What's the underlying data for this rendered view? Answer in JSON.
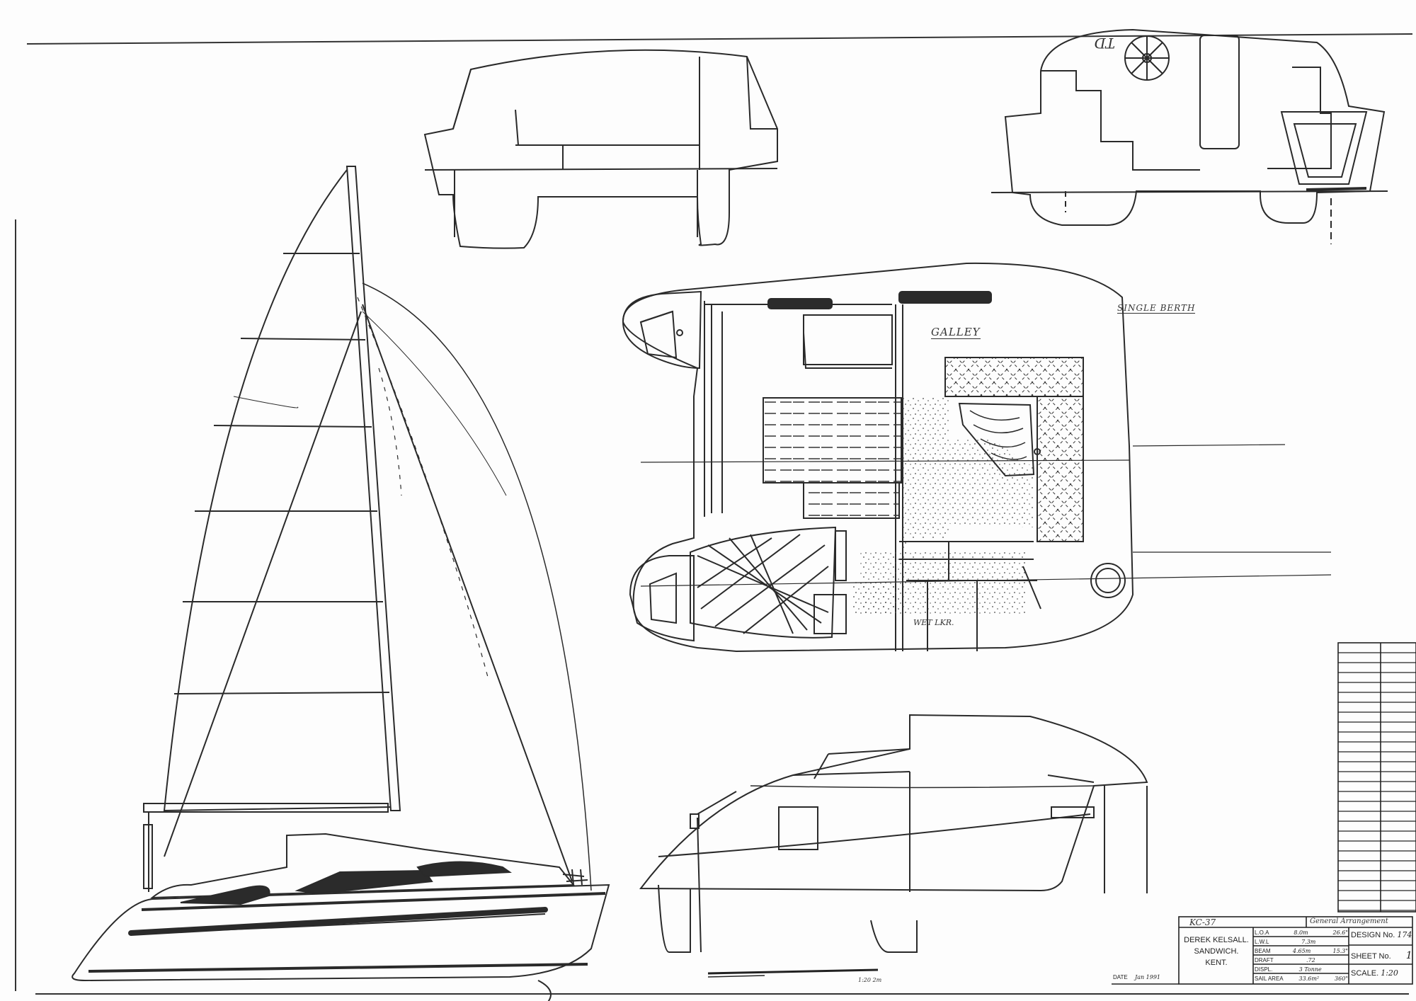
{
  "labels": {
    "galley": "GALLEY",
    "single_berth": "SINGLE BERTH",
    "wet_locker": "WET LKR."
  },
  "title_block": {
    "design_name": "KC-37",
    "sheet_title": "General Arrangement",
    "designer_lines": [
      "DEREK KELSALL.",
      "SANDWICH.",
      "KENT."
    ],
    "specs": [
      {
        "label": "L.O.A",
        "metric": "8.0m",
        "imperial": "26.6\""
      },
      {
        "label": "L.W.L",
        "metric": "7.3m",
        "imperial": ""
      },
      {
        "label": "BEAM",
        "metric": "4.65m",
        "imperial": "15.3\""
      },
      {
        "label": "DRAFT",
        "metric": ".72",
        "imperial": ""
      },
      {
        "label": "DISPL.",
        "metric": "3 Tonne",
        "imperial": ""
      },
      {
        "label": "SAIL AREA",
        "metric": "33.6m²",
        "imperial": "360\""
      }
    ],
    "design_no_label": "DESIGN No.",
    "design_no_value": "174",
    "sheet_no_label": "SHEET No.",
    "sheet_no_value": "1",
    "scale_label": "SCALE.",
    "scale_value": "1:20",
    "date_label": "DATE",
    "date_value": "Jan 1991"
  },
  "scale_bar_label": "1:20 2m",
  "colors": {
    "ink": "#2a2a2a",
    "paper": "#fdfdfd",
    "dark_fill": "#2b2b2b"
  }
}
